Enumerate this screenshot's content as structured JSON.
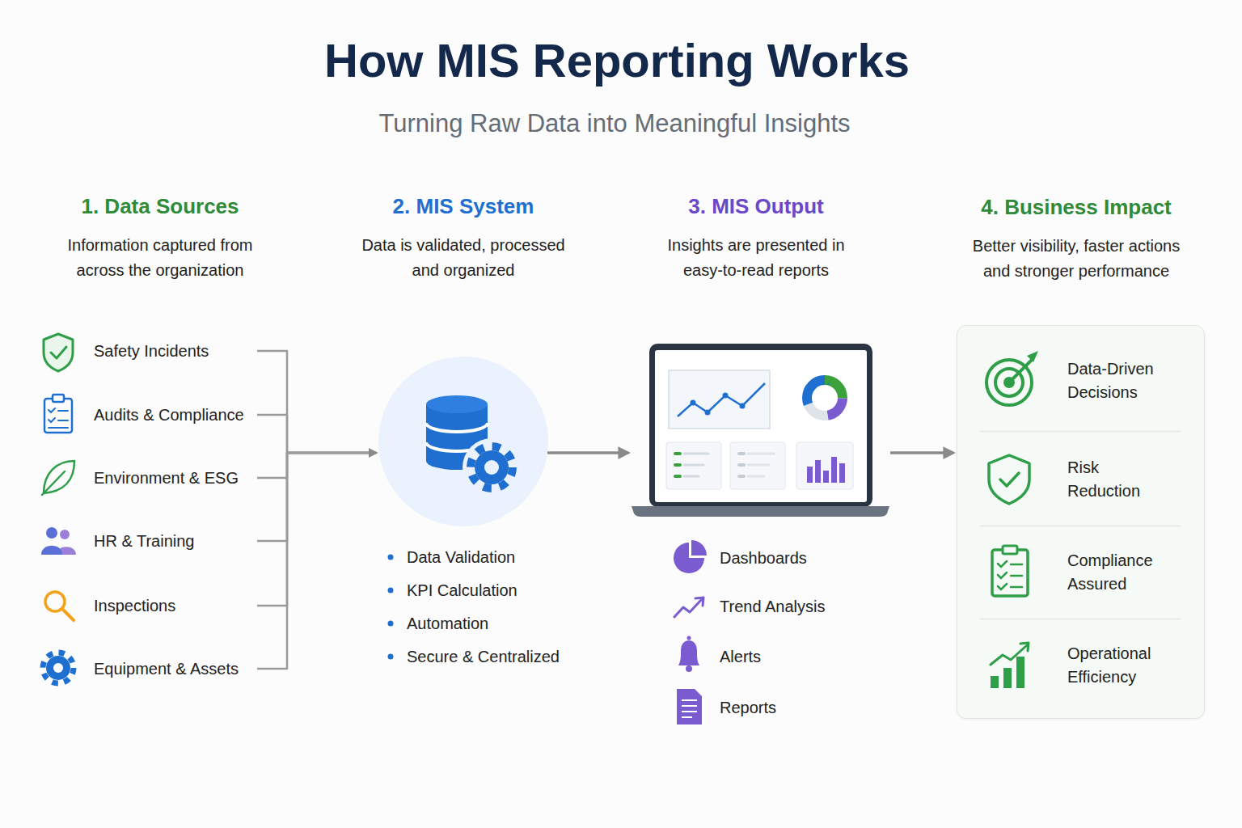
{
  "diagram": {
    "title": "How MIS Reporting Works",
    "nodes": [
      {
        "text": [
          "Safety Incidents"
        ]
      },
      {
        "text": [
          "Audits & Compliance"
        ]
      },
      {
        "text": [
          "Environment & ESG"
        ]
      },
      {
        "text": [
          "HR & Training"
        ]
      },
      {
        "text": [
          "Inspections"
        ]
      },
      {
        "text": [
          "Equipment & Assets"
        ]
      },
      {
        "text": [
          "2. MIS System",
          "Data is validated, processed and organized",
          "Data Validation",
          "KPI Calculation",
          "Automation",
          "Secure & Centralized"
        ]
      },
      {
        "text": [
          "3. MIS Output",
          "Insights are presented in easy-to-read reports",
          "Dashboards",
          "Trend Analysis",
          "Alerts",
          "Reports"
        ]
      },
      {
        "text": [
          "4. Business Impact",
          "Better visibility, faster actions and stronger performance"
        ]
      },
      {
        "text": [
          "Data-Driven Decisions"
        ],
        "in": 8
      },
      {
        "text": [
          "Risk Reduction"
        ],
        "in": 8
      },
      {
        "text": [
          "Compliance Assured"
        ],
        "in": 8
      },
      {
        "text": [
          "Operational Efficiency"
        ],
        "in": 8
      }
    ],
    "edges": [
      {
        "from": 0,
        "to": 6,
        "arrow": "to"
      },
      {
        "from": 1,
        "to": 6,
        "arrow": "to"
      },
      {
        "from": 2,
        "to": 6,
        "arrow": "to"
      },
      {
        "from": 3,
        "to": 6,
        "arrow": "to"
      },
      {
        "from": 4,
        "to": 6,
        "arrow": "to"
      },
      {
        "from": 5,
        "to": 6,
        "arrow": "to"
      },
      {
        "from": 6,
        "to": 7,
        "arrow": "to"
      },
      {
        "from": 7,
        "to": 8,
        "arrow": "to"
      }
    ],
    "labels": [
      "Turning Raw Data into Meaningful Insights",
      "1. Data Sources",
      "Information captured from across the organization"
    ]
  }
}
